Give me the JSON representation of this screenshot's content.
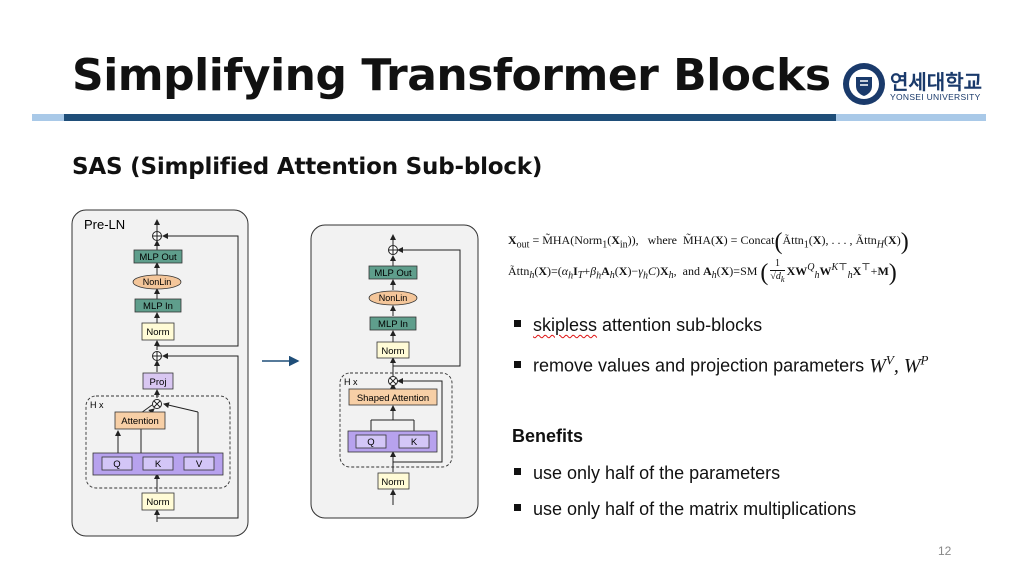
{
  "title": "Simplifying Transformer Blocks",
  "subtitle": "SAS (Simplified Attention Sub-block)",
  "logo": {
    "korean": "연세대학교",
    "english": "YONSEI UNIVERSITY"
  },
  "left_diagram": {
    "title": "Pre-LN",
    "head_count": "H x",
    "blocks": {
      "mlp_out": "MLP Out",
      "nonlin": "NonLin",
      "mlp_in": "MLP In",
      "norm_top": "Norm",
      "proj": "Proj",
      "attention": "Attention",
      "q": "Q",
      "k": "K",
      "v": "V",
      "norm_bottom": "Norm"
    }
  },
  "right_diagram": {
    "head_count": "H x",
    "blocks": {
      "mlp_out": "MLP Out",
      "nonlin": "NonLin",
      "mlp_in": "MLP In",
      "norm_top": "Norm",
      "shaped_attention": "Shaped Attention",
      "q": "Q",
      "k": "K",
      "norm_bottom": "Norm"
    }
  },
  "equations": {
    "eq1": {
      "lhs": "X",
      "lhs_sub": "out",
      "where": "where",
      "concat": "Concat"
    },
    "eq2": {
      "and": "and",
      "sm": "SM"
    }
  },
  "bullets": {
    "skipless_word": "skipless",
    "skipless_rest": " attention sub-blocks",
    "remove": "remove values and projection parameters ",
    "wv": "W",
    "wv_sup": "V",
    "wp": "W",
    "wp_sup": "P"
  },
  "benefits": {
    "heading": "Benefits",
    "items": [
      "use only half of the parameters",
      "use only half of the matrix multiplications"
    ]
  },
  "page_number": "12",
  "colors": {
    "accent_dark": "#1f4e79",
    "accent_light": "#a9c9e8",
    "mlp_green": "#5f9e8c",
    "nonlin_orange": "#f4c69a",
    "norm_yellow": "#fffbd6",
    "proj_purple": "#d9c7f2",
    "qkv_purple": "#b7a2ee",
    "attention_orange": "#f7cfa6"
  }
}
